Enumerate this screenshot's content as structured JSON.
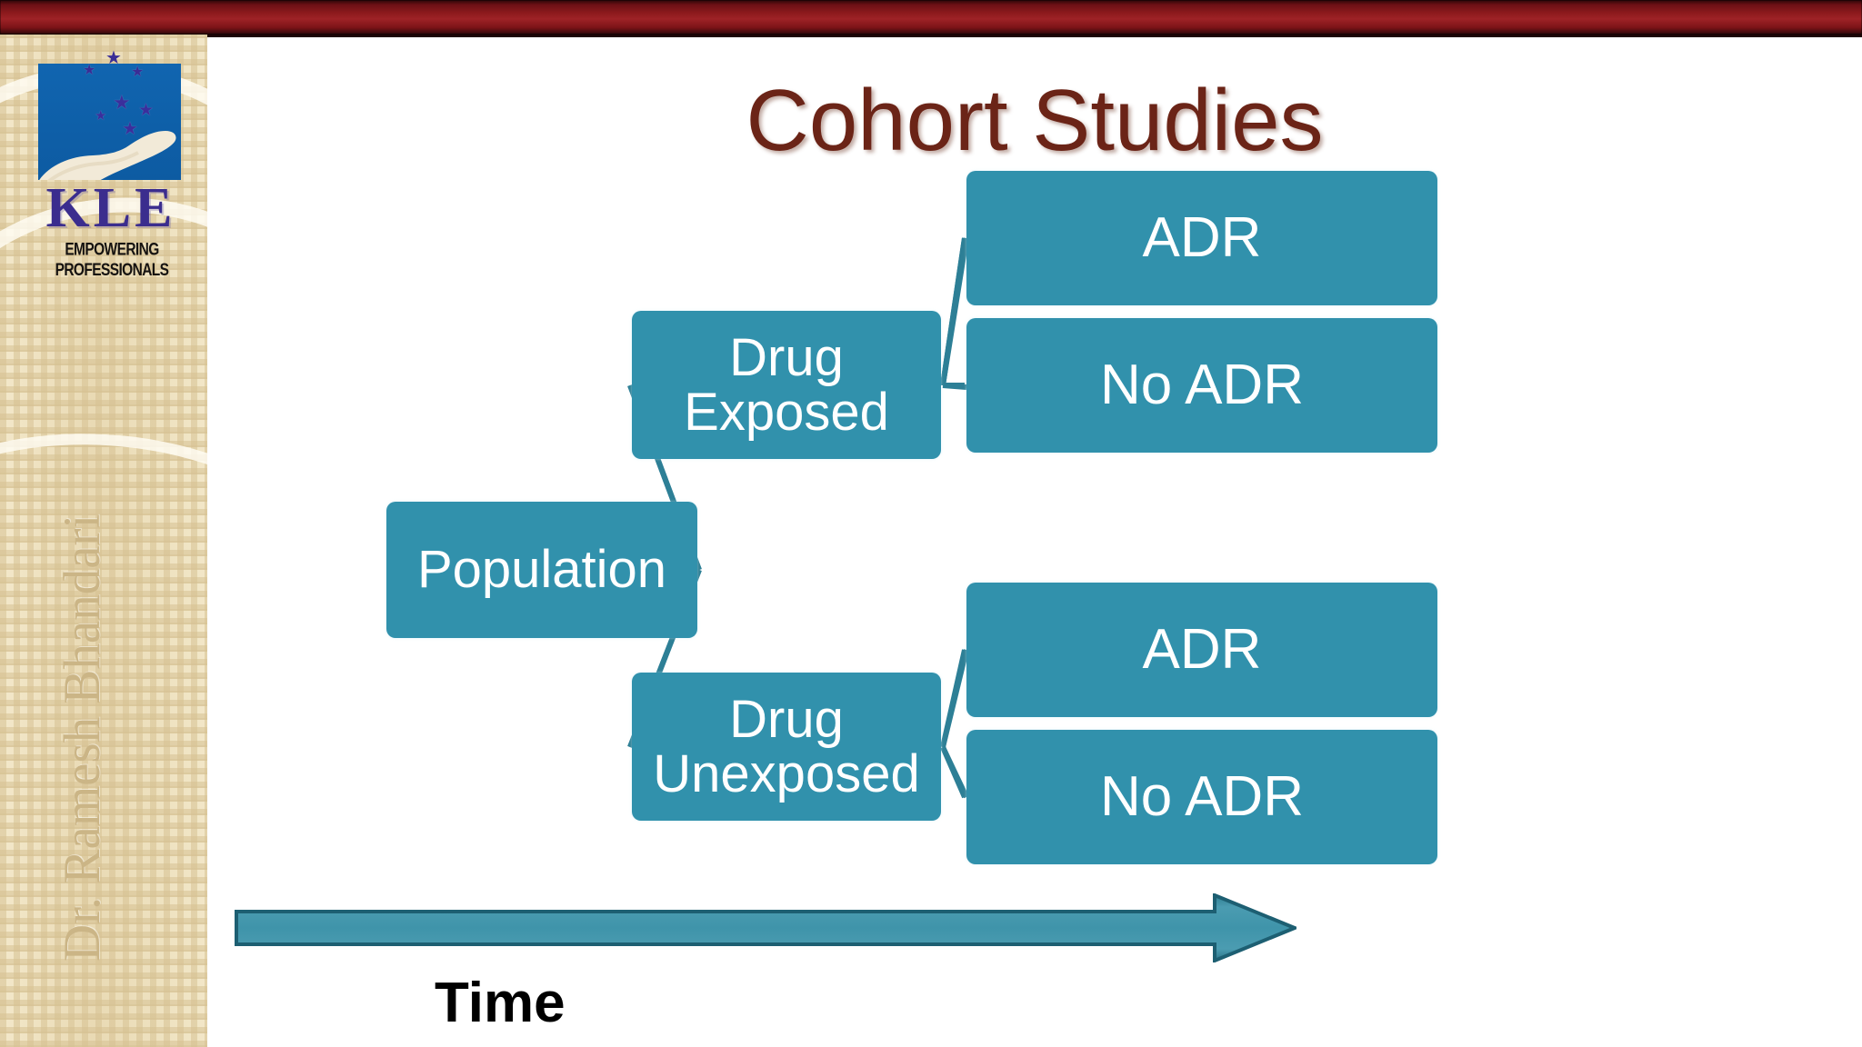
{
  "slide": {
    "title": "Cohort Studies",
    "title_color": "#6b2417",
    "banner_color": "#8d1a1d",
    "node_color": "#3191ac",
    "background_color": "#ffffff"
  },
  "sidebar": {
    "presenter": "Dr. Ramesh Bhandari",
    "presenter_color": "#cbb586",
    "background_color": "#efe2bf",
    "logo": {
      "wordmark": "KLE",
      "tagline": "EMPOWERING PROFESSIONALS",
      "wordmark_color": "#3b2d8e",
      "mark_color": "#0e5fa8",
      "stars_icon": "star-icon",
      "hand_icon": "open-hand-icon"
    }
  },
  "diagram": {
    "type": "flow-tree",
    "nodes": [
      {
        "id": "population",
        "label": "Population"
      },
      {
        "id": "drug-exposed",
        "label": "Drug\nExposed"
      },
      {
        "id": "drug-unexposed",
        "label": "Drug\nUnexposed"
      },
      {
        "id": "adr-top",
        "label": "ADR"
      },
      {
        "id": "noadr-top",
        "label": "No ADR"
      },
      {
        "id": "adr-bottom",
        "label": "ADR"
      },
      {
        "id": "noadr-bottom",
        "label": "No ADR"
      }
    ],
    "edges": [
      {
        "from": "population",
        "to": "drug-exposed"
      },
      {
        "from": "population",
        "to": "drug-unexposed"
      },
      {
        "from": "drug-exposed",
        "to": "adr-top"
      },
      {
        "from": "drug-exposed",
        "to": "noadr-top"
      },
      {
        "from": "drug-unexposed",
        "to": "adr-bottom"
      },
      {
        "from": "drug-unexposed",
        "to": "noadr-bottom"
      }
    ],
    "axis": {
      "label": "Time",
      "direction": "left-to-right",
      "color": "#3c8ea3"
    }
  }
}
